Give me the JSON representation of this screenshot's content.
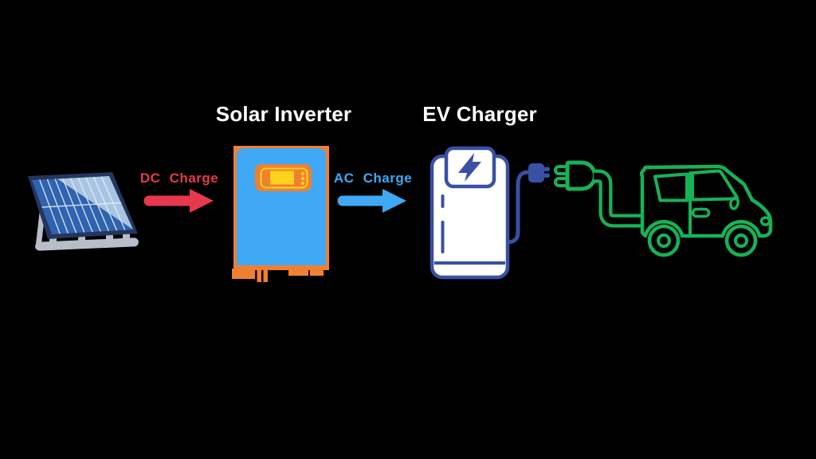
{
  "titles": {
    "solar_inverter": "Solar Inverter",
    "ev_charger": "EV Charger"
  },
  "flow_labels": {
    "dc": "DC Charge",
    "ac": "AC Charge"
  },
  "icons": {
    "solar_panel": "solar-panel-icon",
    "dc_arrow": "right-arrow-icon",
    "inverter": "solar-inverter-icon",
    "ac_arrow": "right-arrow-icon",
    "ev_charger": "ev-charger-station-icon",
    "lightning": "lightning-bolt-icon",
    "charger_plug": "power-plug-icon",
    "car_socket": "charging-socket-icon",
    "car": "electric-car-icon"
  },
  "colors": {
    "background": "#000000",
    "title_text": "#FFFFFF",
    "dc_red": "#E6394E",
    "ac_sky_blue": "#3FA9F5",
    "inverter_orange": "#F08030",
    "inverter_screen_yellow": "#FFD21E",
    "charger_indigo": "#3A50A5",
    "charger_white": "#FFFFFF",
    "ev_green": "#17B257",
    "panel_frame_navy": "#26355C",
    "panel_cell_blue": "#2E63B0",
    "panel_sheen_blue": "#A9C4E3",
    "stand_gray": "#B7BEC8"
  }
}
